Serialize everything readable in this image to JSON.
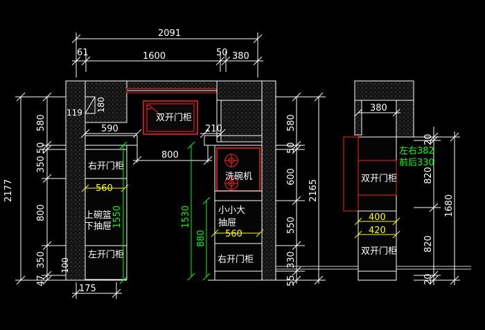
{
  "dimensions": {
    "top_total": "2091",
    "top_left_gap": "61",
    "top_middle": "1600",
    "top_mid_gap": "50",
    "top_right": "380",
    "left_total": "2177",
    "left_580": "580",
    "left_50": "50",
    "left_350a": "350",
    "left_800": "800",
    "left_350b": "350",
    "left_47": "47",
    "small_119": "119",
    "small_180": "180",
    "small_100": "100",
    "small_175": "175",
    "counter_590": "590",
    "counter_210": "210",
    "gap_800": "800",
    "width_560a": "560",
    "width_560b": "560",
    "height_1550": "1550",
    "height_1530": "1530",
    "height_880": "880",
    "right_total": "2165",
    "right_580": "580",
    "right_50": "50",
    "right_600": "600",
    "right_550": "550",
    "right_330": "330",
    "right_55": "55",
    "side_380": "380",
    "side_400": "400",
    "side_420": "420",
    "side_20a": "20",
    "side_820a": "820",
    "side_1680": "1680",
    "side_820b": "820",
    "side_20b": "20"
  },
  "labels": {
    "double_door_top": "双开门柜",
    "right_door": "右开门柜",
    "upper_basket": "上碗篮",
    "lower_drawer": "下抽屉",
    "left_door": "左开门柜",
    "dishwasher": "洗碗机",
    "small_large_drawer_1": "小小大",
    "small_large_drawer_2": "抽屉",
    "right_door_2": "右开门柜",
    "side_double_door_1": "双开门柜",
    "side_double_door_2": "双开门柜",
    "note_lr": "左右382",
    "note_fb": "前后330"
  },
  "colors": {
    "background": "#000000",
    "line": "#ffffff",
    "highlight_red": "#ff2020",
    "dim_yellow": "#ffff00",
    "dim_green": "#00ff00"
  }
}
